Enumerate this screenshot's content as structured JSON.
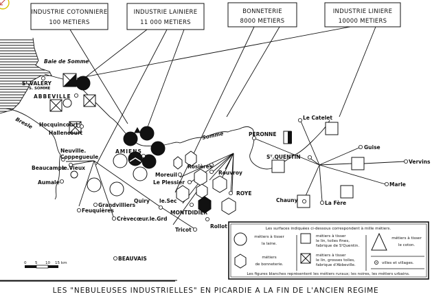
{
  "title": "LES \"NEBULEUSES INDUSTRIELLES\" EN PICARDIE A LA FIN DE L'ANCIEN REGIME",
  "industry_boxes": [
    {
      "name": "INDUSTRIE COTONNIERE",
      "count": "100 METIERS"
    },
    {
      "name": "INDUSTRIE LAINIERE",
      "count": "11 000 METIERS"
    },
    {
      "name": "BONNETERIE",
      "count": "8000 METIERS"
    },
    {
      "name": "INDUSTRIE LINIERE",
      "count": "10000 METIERS"
    }
  ],
  "places": {
    "baie_de_somme": "Baie de Somme",
    "st_valery": "Sᵗ.VALERY",
    "st_valery_sub": "S. SOMME",
    "abbeville": "ABBEVILLE",
    "bresle": "Bresle",
    "hocquincourt": "Hocquincourt",
    "hallencourt": "Hallencourt",
    "neuville": "Neuville.",
    "coppegueule": "Coppegueule",
    "beaucamps": "Beaucamps",
    "le_vieux": "le.Vieux",
    "aumale": "Aumale",
    "amiens": "AMIENS",
    "somme": "Somme",
    "moreuil": "Moreuil",
    "le_plessier": "Le Plessier",
    "rosieres": "Rosières",
    "rouvroy": "Rouvroy",
    "roye": "ROYE",
    "quiry": "Quiry",
    "le_sec": "le.Sec",
    "montdidier": "MONTDIDIER",
    "grandvilliers": "Grandvilliers",
    "feuquieres": "Feuquières",
    "crevecoeur": "Crèvecœur.le.Grd",
    "tricot": "Tricot",
    "rollot": "Rollot",
    "beauvais": "BEAUVAIS",
    "peronne": "PERONNE",
    "le_catelet": "Le Catelet",
    "st_quentin": "Sᵀ.QUENTIN",
    "guise": "Guise",
    "vervins": "Vervins",
    "marle": "Marle",
    "la_fere": "La Fère",
    "chauny": "Chauny"
  },
  "scale_bar": {
    "ticks": [
      "0",
      "5",
      "10",
      "15 km"
    ]
  },
  "legend": {
    "header": "Les surfaces indiquées ci-dessous correspondent à mille métiers.",
    "circle": {
      "line1": "métiers à tisser",
      "line2": "la laine."
    },
    "hexagon": {
      "line1": "métiers",
      "line2": "de bonneterie."
    },
    "square": {
      "line1": "métiers à tisser",
      "line2": "le lin, toiles fines,",
      "line3": "fabrique de SᵗQuentin."
    },
    "square_x": {
      "line1": "métiers à tisser",
      "line2": "le lin, grosses toiles,",
      "line3": "fabrique d'Abbeville."
    },
    "triangle": {
      "line1": "métiers à tisser",
      "line2": "le coton."
    },
    "town": {
      "label": "villes et villages."
    },
    "footer": "Les figures blanches représentent les métiers ruraux; les noires, les métiers urbains."
  }
}
